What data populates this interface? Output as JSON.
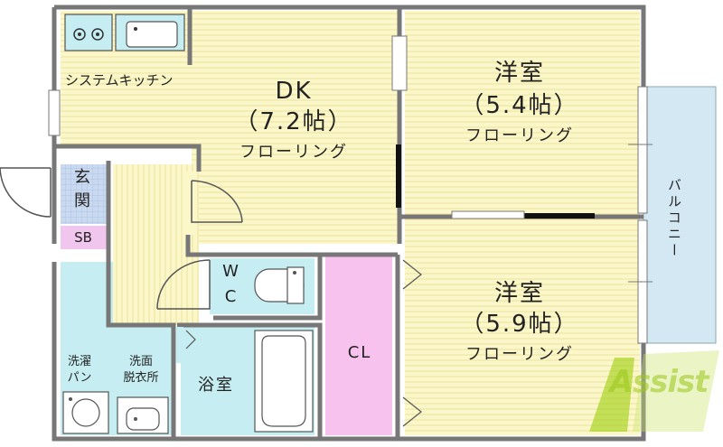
{
  "rooms": {
    "kitchen": {
      "label": "システムキッチン"
    },
    "dk": {
      "name": "DK",
      "size": "（7.2帖）",
      "floor": "フローリング"
    },
    "western1": {
      "name": "洋室",
      "size": "（5.4帖）",
      "floor": "フローリング"
    },
    "western2": {
      "name": "洋室",
      "size": "（5.9帖）",
      "floor": "フローリング"
    },
    "entrance": {
      "label_line1": "玄",
      "label_line2": "関"
    },
    "shoe_box": {
      "label": "SB"
    },
    "toilet": {
      "label_line1": "W",
      "label_line2": "C"
    },
    "closet": {
      "label": "CL"
    },
    "bath": {
      "label": "浴室"
    },
    "washer": {
      "label_line1": "洗濯",
      "label_line2": "パン"
    },
    "washroom": {
      "label_line1": "洗面",
      "label_line2": "脱衣所"
    },
    "balcony": {
      "label": "バルコニー"
    }
  },
  "logo": {
    "text": "Assist"
  },
  "colors": {
    "floor": "#fbf7c8",
    "grain": "#e9df9c",
    "wet": "#c6eef2",
    "entrance": "#c9d9f0",
    "closet": "#f7c3ee",
    "shoe_box": "#f0c6ee",
    "balcony": "#d3e8f3",
    "wall": "#777777",
    "logo": "#a6d21c"
  }
}
